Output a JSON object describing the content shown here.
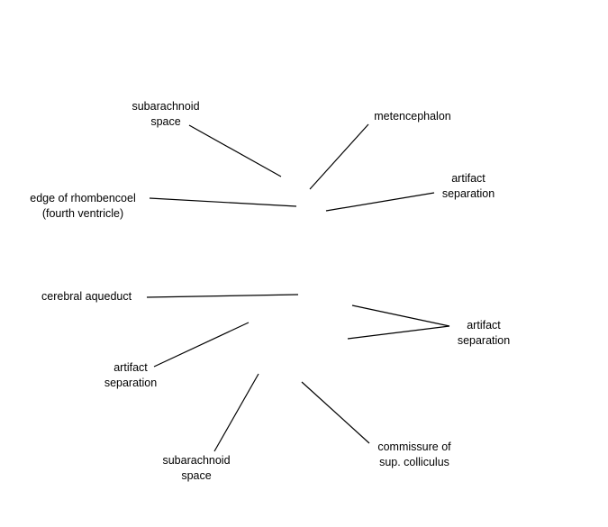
{
  "labels": {
    "subarachnoid_top": [
      "subarachnoid",
      "space"
    ],
    "metencephalon": [
      "metencephalon"
    ],
    "artifact_upper_right": [
      "artifact",
      "separation"
    ],
    "edge_rhombencoel": [
      "edge of rhombencoel",
      "(fourth ventricle)"
    ],
    "cerebral_aqueduct": [
      "cerebral aqueduct"
    ],
    "artifact_right": [
      "artifact",
      "separation"
    ],
    "artifact_left": [
      "artifact",
      "separation"
    ],
    "subarachnoid_bottom": [
      "subarachnoid",
      "space"
    ],
    "commissure": [
      "commissure of",
      "sup. colliculus"
    ]
  },
  "colors": {
    "background": "#ffffff",
    "ink": "#000000"
  }
}
